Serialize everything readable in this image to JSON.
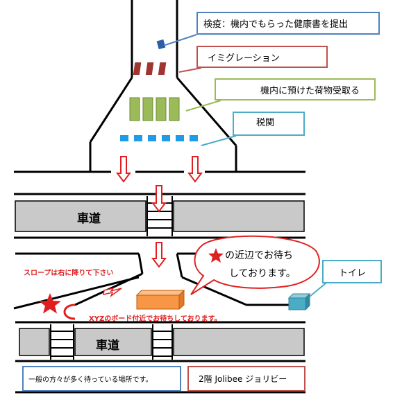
{
  "callouts": {
    "quarantine": "検疫：機内でもらった健康書を提出",
    "immigration": "イミグレーション",
    "baggage": "機内に預けた荷物受取る",
    "customs": "税関",
    "toilet": "トイレ",
    "waiting_area": "一般の方々が多く待っている場所です。",
    "jollibee": "2階 Jolibee ジョリビー"
  },
  "roads": {
    "upper": "車道",
    "lower": "車道"
  },
  "bubble": {
    "line1": "の近辺でお待ち",
    "line2": "しております。"
  },
  "notes": {
    "slope": "スロープは右に降りて下さい",
    "xyz_board": "XYZのボード付近でお待ちしております。"
  },
  "colors": {
    "blue": "#4f81bd",
    "red": "#c0504d",
    "green": "#9bbb59",
    "teal": "#4bacc6",
    "road": "#c9c9c9",
    "marker_red": "#e02020",
    "box_orange": "#f79646"
  }
}
